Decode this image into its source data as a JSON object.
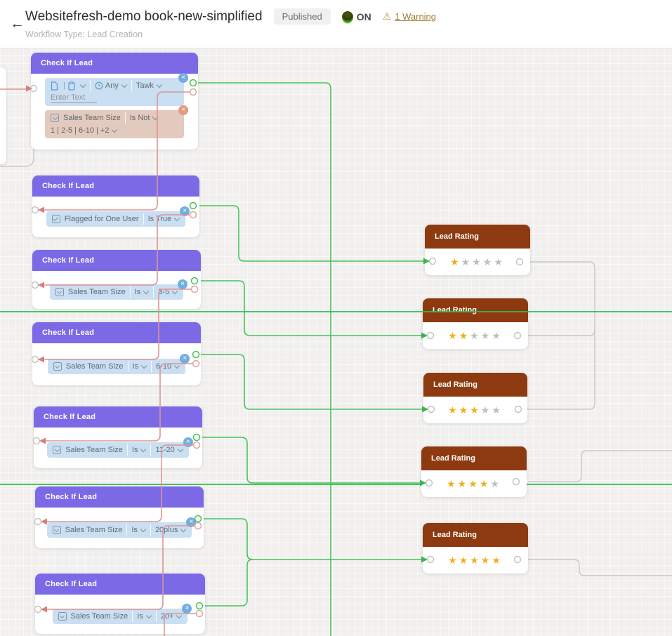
{
  "header": {
    "back_icon": "←",
    "title": "Websitefresh-demo book-new-simplified",
    "status_badge": "Published",
    "toggle_label": "ON",
    "warning_icon": "⚠",
    "warning_label": "1 Warning",
    "subtitle": "Workflow Type: Lead Creation"
  },
  "icons": {
    "close": "×",
    "star": "★"
  },
  "colors": {
    "node_header_purple": "#7B69E6",
    "rating_header_brown": "#8D3A10",
    "connector_green": "#46C35A",
    "trunk_green": "#2FBF4D",
    "connector_red": "#DD9494",
    "connector_gray": "#C9C7C4",
    "star_gold": "#F0AF1C",
    "star_gray": "#BDBFC4",
    "warning_gold": "#9C8030",
    "chip_blue": "#CBDFF2",
    "chip_tan": "#E3CABE"
  },
  "canvas": {
    "check_nodes": [
      {
        "title": "Check If Lead",
        "source_chip": {
          "time_filter": "Any",
          "source": "Tawk",
          "placeholder": "Enter Text"
        },
        "criteria_chip": {
          "field": "Sales Team Size",
          "operator": "Is Not",
          "values": "1  |  2-5  |  6-10  |  +2"
        }
      },
      {
        "title": "Check If Lead",
        "criteria_chip": {
          "field": "Flagged for One User",
          "operator": "Is True",
          "values": ""
        }
      },
      {
        "title": "Check If Lead",
        "criteria_chip": {
          "field": "Sales Team Size",
          "operator": "Is",
          "values": "3-5"
        }
      },
      {
        "title": "Check If Lead",
        "criteria_chip": {
          "field": "Sales Team Size",
          "operator": "Is",
          "values": "6-10"
        }
      },
      {
        "title": "Check If Lead",
        "criteria_chip": {
          "field": "Sales Team Size",
          "operator": "Is",
          "values": "11-20"
        }
      },
      {
        "title": "Check If Lead",
        "criteria_chip": {
          "field": "Sales Team Size",
          "operator": "Is",
          "values": "20plus"
        }
      },
      {
        "title": "Check If Lead",
        "criteria_chip": {
          "field": "Sales Team Size",
          "operator": "Is",
          "values": "20+"
        }
      }
    ],
    "rating_nodes": [
      {
        "title": "Lead Rating",
        "stars": 1
      },
      {
        "title": "Lead Rating",
        "stars": 2
      },
      {
        "title": "Lead Rating",
        "stars": 3
      },
      {
        "title": "Lead Rating",
        "stars": 4
      },
      {
        "title": "Lead Rating",
        "stars": 5
      }
    ]
  }
}
